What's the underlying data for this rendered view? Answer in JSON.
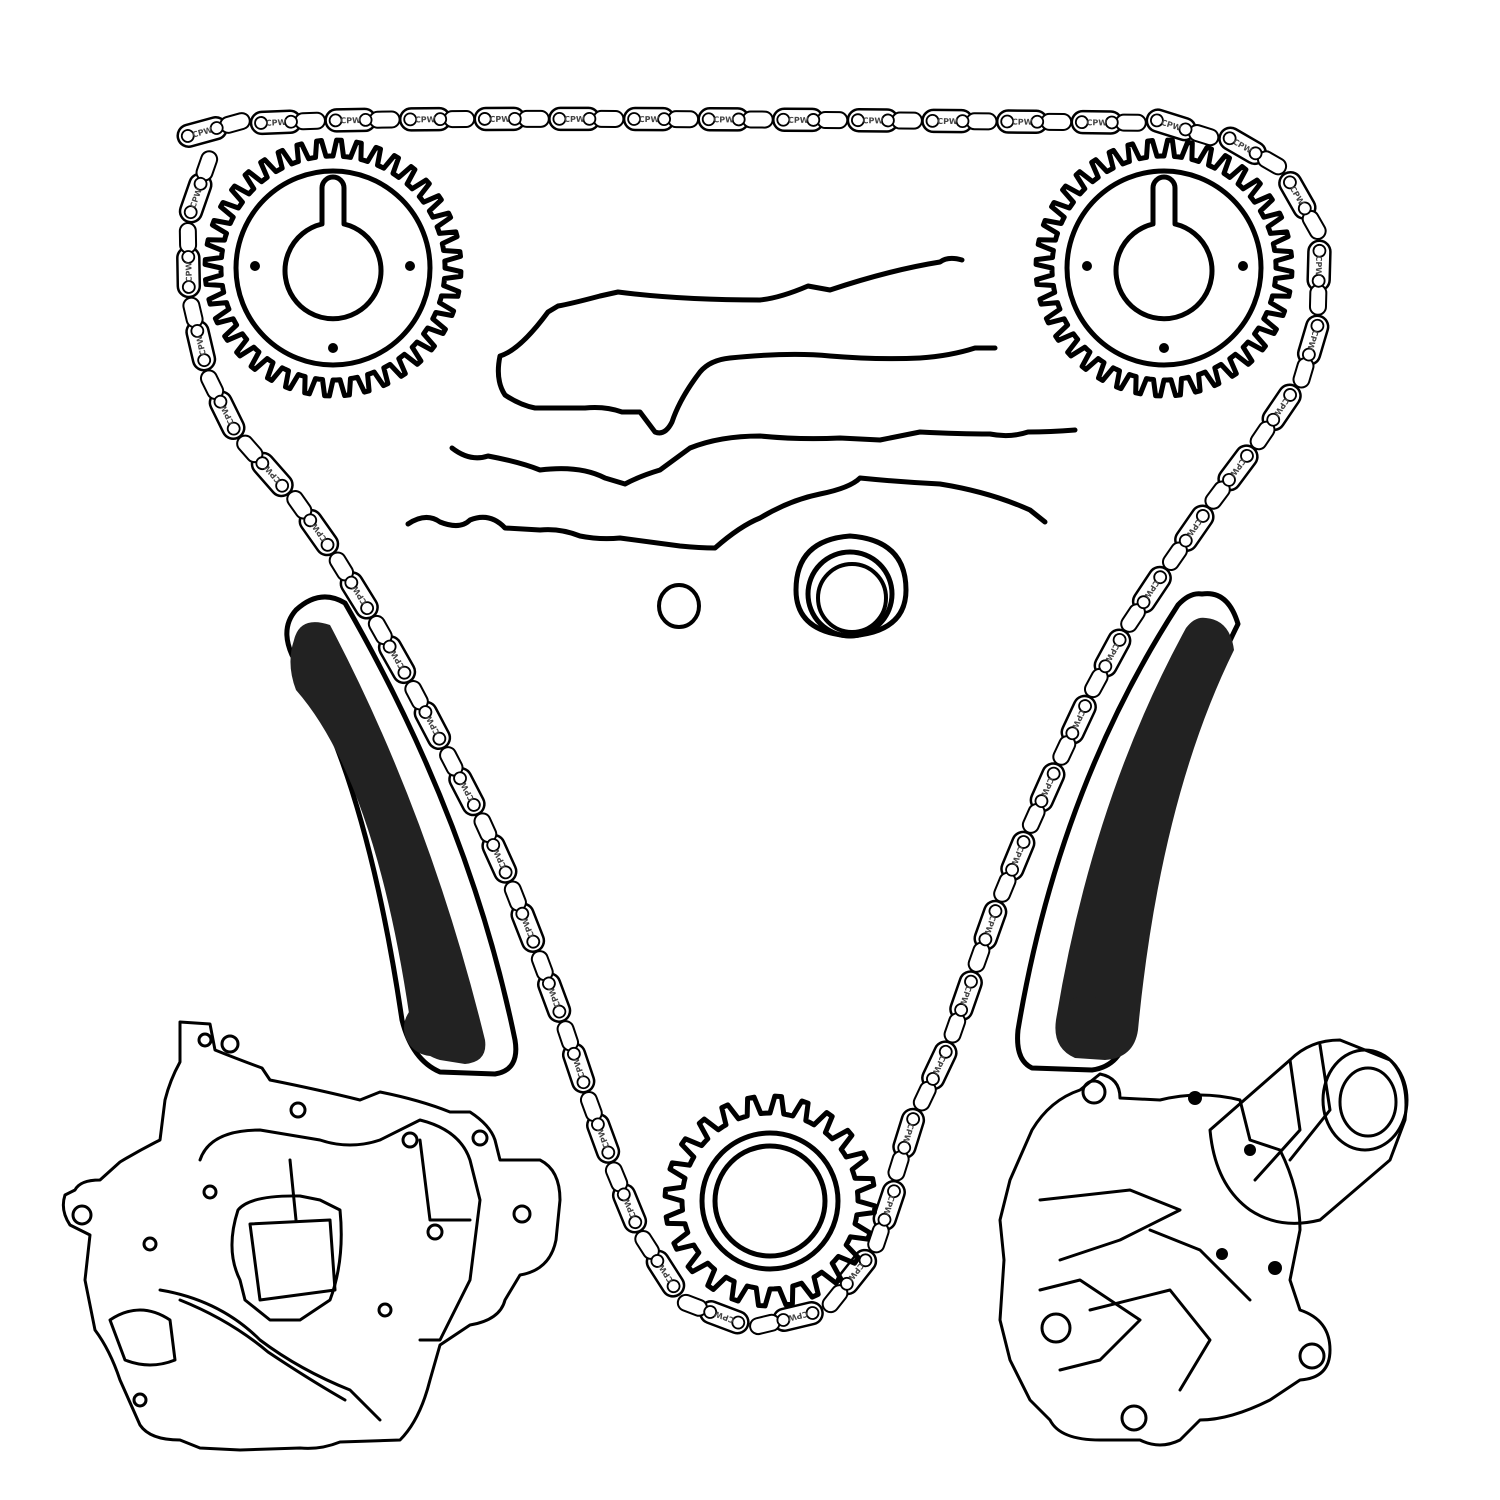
{
  "diagram": {
    "kind": "timing chain kit exploded illustration",
    "chain": {
      "link_label": "CPW",
      "teeth_left_cam": 40,
      "teeth_right_cam": 40,
      "teeth_crank": 24
    },
    "colors": {
      "line": "#000000",
      "guide_fill": "#222222",
      "background": "#ffffff",
      "link_text": "#444444"
    },
    "parts": [
      "timing-chain",
      "left-cam-sprocket",
      "right-cam-sprocket",
      "crank-sprocket",
      "left-chain-guide",
      "right-chain-guide",
      "upper-gasket",
      "middle-gasket",
      "lower-gasket",
      "crank-seal",
      "small-o-ring",
      "oil-pump",
      "water-pump"
    ]
  }
}
